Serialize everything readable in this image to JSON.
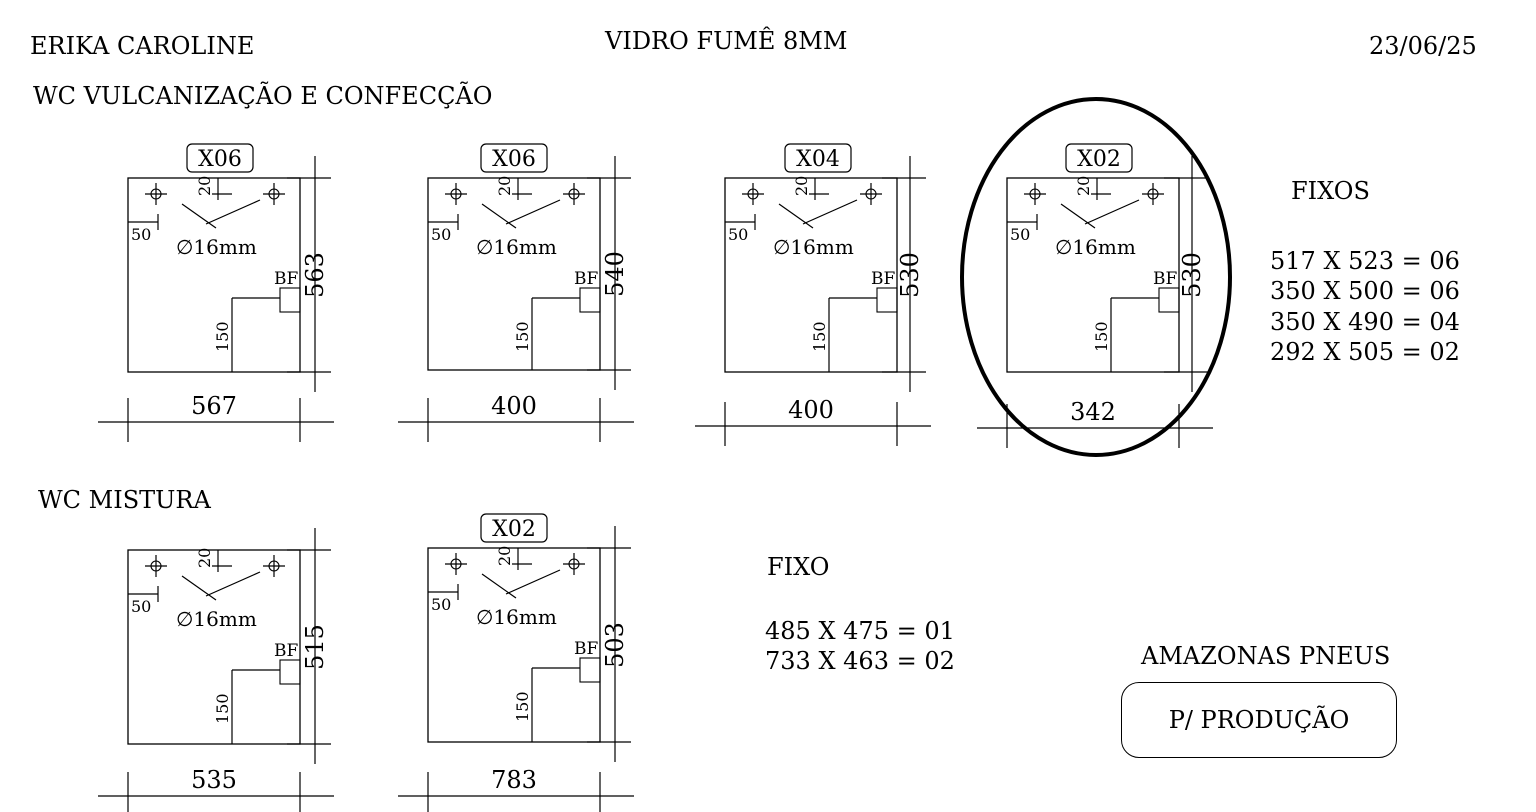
{
  "header": {
    "client": "ERIKA CAROLINE",
    "material": "VIDRO FUMÊ 8MM",
    "date": "23/06/25"
  },
  "sections": [
    {
      "title": "WC VULCANIZAÇÃO E CONFECÇÃO",
      "panels": [
        {
          "qty_label": "X06",
          "width": "567",
          "height": "563"
        },
        {
          "qty_label": "X06",
          "width": "400",
          "height": "540"
        },
        {
          "qty_label": "X04",
          "width": "400",
          "height": "530"
        },
        {
          "qty_label": "X02",
          "width": "342",
          "height": "530",
          "circled": true
        }
      ]
    },
    {
      "title": "WC MISTURA",
      "panels": [
        {
          "qty_label": "",
          "width": "535",
          "height": "515"
        },
        {
          "qty_label": "X02",
          "width": "783",
          "height": "503"
        }
      ]
    }
  ],
  "panel_detail": {
    "hole_offset_top": "20",
    "hole_offset_side": "50",
    "hole_diameter": "∅16mm",
    "bf_label": "BF",
    "bf_offset": "150"
  },
  "fixos_top": {
    "title": "FIXOS",
    "items": [
      "517 X 523 = 06",
      "350 X 500 = 06",
      "350 X 490 = 04",
      "292 X 505 = 02"
    ]
  },
  "fixos_bottom": {
    "title": "FIXO",
    "items": [
      "485 X 475 = 01",
      "733 X 463 = 02"
    ]
  },
  "customer": "AMAZONAS PNEUS",
  "stamp": "P/ PRODUÇÃO"
}
